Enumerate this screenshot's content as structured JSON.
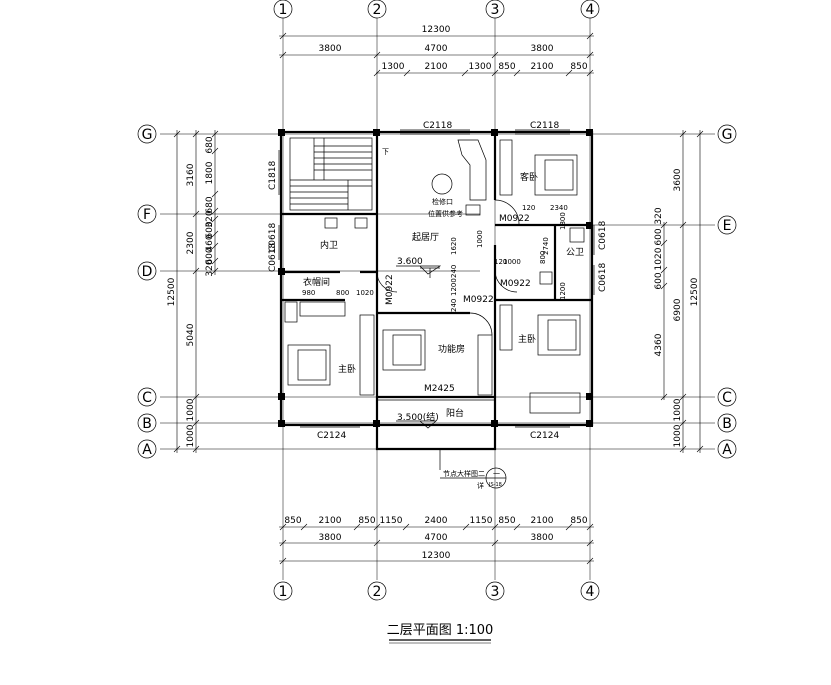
{
  "title": "二层平面图 1:100",
  "axes_top": [
    "1",
    "2",
    "3",
    "4"
  ],
  "axes_side": [
    "G",
    "F",
    "D",
    "C",
    "B",
    "A"
  ],
  "axes_right": [
    "G",
    "E",
    "C",
    "B",
    "A"
  ],
  "dims_top_total": "12300",
  "dims_top_mid": [
    "3800",
    "4700",
    "3800"
  ],
  "dims_top_inner": [
    "1300",
    "2100",
    "1300",
    "850",
    "2100",
    "850"
  ],
  "dims_bot_inner": [
    "850",
    "2100",
    "850",
    "1150",
    "2400",
    "1150",
    "850",
    "2100",
    "850"
  ],
  "dims_bot_mid": [
    "3800",
    "4700",
    "3800"
  ],
  "dims_bot_total": "12300",
  "dims_left_outer": "12500",
  "dims_left_mid": [
    "3160",
    "2300",
    "5040",
    "1000",
    "1000"
  ],
  "dims_left_inner": [
    "680",
    "1800",
    "680",
    "320",
    "600",
    "460",
    "600",
    "320"
  ],
  "dims_right_outer": "12500",
  "dims_right_mid": [
    "3600",
    "6900",
    "1000",
    "1000"
  ],
  "dims_right_inner": [
    "320",
    "600",
    "1020",
    "600",
    "4360"
  ],
  "rooms": {
    "guest": "客卧",
    "living": "起居厅",
    "bath_in": "内卫",
    "bath_pub": "公卫",
    "closet": "衣帽间",
    "master_l": "主卧",
    "master_r": "主卧",
    "function": "功能房",
    "balcony": "阳台",
    "repair": "检修口",
    "stair_down": "下",
    "pos_note": "位置供参考"
  },
  "windows": {
    "c2118_l": "C2118",
    "c2118_r": "C2118",
    "c2124_l": "C2124",
    "c2124_r": "C2124",
    "c1818": "C1818",
    "c0618_a": "C0618",
    "c0618_b": "C0618",
    "c0618_c": "C0618",
    "c0618_d": "C0618",
    "m0922_a": "M0922",
    "m0922_b": "M0922",
    "m0922_c": "M0922",
    "m0922_d": "M0922",
    "m2425": "M2425"
  },
  "levels": {
    "floor": "3.600",
    "balcony": "3.500(结)"
  },
  "misc_dims": {
    "d120": "120",
    "d2340": "2340",
    "d1620": "1620",
    "d1000a": "1000",
    "d1000b": "1000",
    "d800": "800",
    "d2740": "2740",
    "d120b": "120",
    "d980": "980",
    "d800b": "800",
    "d1020": "1020",
    "d240": "240",
    "d1200": "1200",
    "d240b": "240",
    "d1800": "1800",
    "d1200b": "1200"
  },
  "detail_note": "节点大样图二",
  "detail_ref_top": "一",
  "detail_ref_bot": "JS-18",
  "detail_note2": "详"
}
